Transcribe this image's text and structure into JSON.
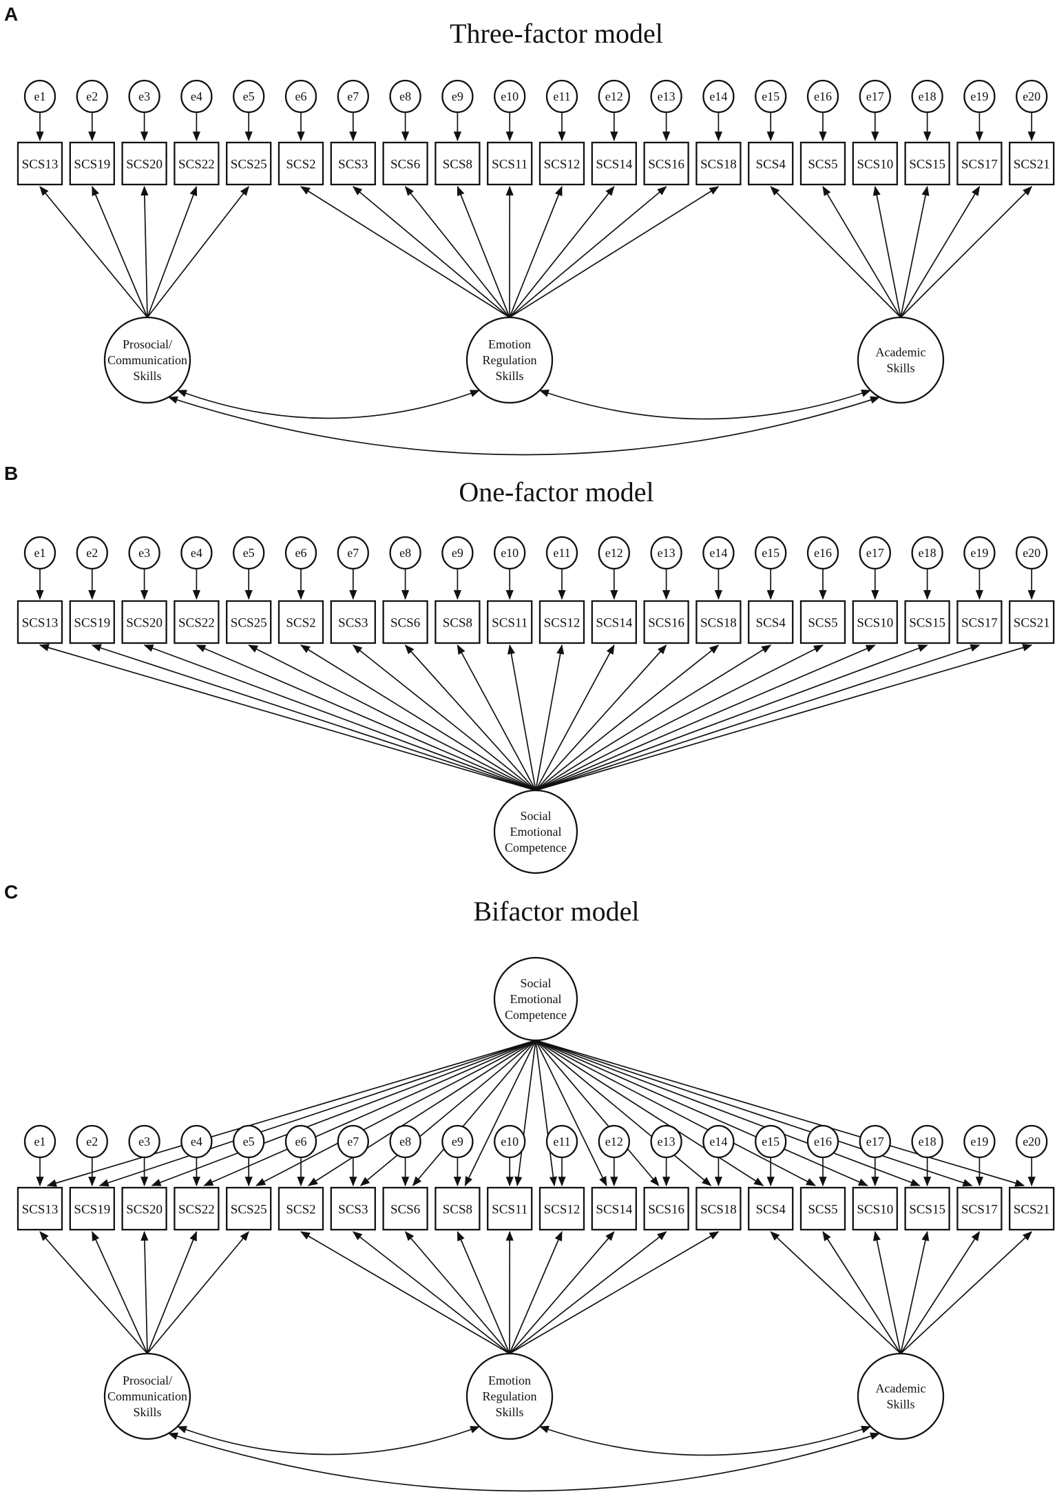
{
  "figure": {
    "colors": {
      "ink": "#111111",
      "node_fill": "#ffffff"
    },
    "errors": [
      "e1",
      "e2",
      "e3",
      "e4",
      "e5",
      "e6",
      "e7",
      "e8",
      "e9",
      "e10",
      "e11",
      "e12",
      "e13",
      "e14",
      "e15",
      "e16",
      "e17",
      "e18",
      "e19",
      "e20"
    ],
    "indicators": [
      "SCS13",
      "SCS19",
      "SCS20",
      "SCS22",
      "SCS25",
      "SCS2",
      "SCS3",
      "SCS6",
      "SCS8",
      "SCS11",
      "SCS12",
      "SCS14",
      "SCS16",
      "SCS18",
      "SCS4",
      "SCS5",
      "SCS10",
      "SCS15",
      "SCS17",
      "SCS21"
    ],
    "group_factors": [
      {
        "name": "Prosocial/Communication Skills",
        "lines": [
          "Prosocial/",
          "Communication",
          "Skills"
        ],
        "indicators": [
          0,
          1,
          2,
          3,
          4
        ]
      },
      {
        "name": "Emotion Regulation Skills",
        "lines": [
          "Emotion",
          "Regulation",
          "Skills"
        ],
        "indicators": [
          5,
          6,
          7,
          8,
          9,
          10,
          11,
          12,
          13
        ]
      },
      {
        "name": "Academic Skills",
        "lines": [
          "Academic",
          "Skills"
        ],
        "indicators": [
          14,
          15,
          16,
          17,
          18,
          19
        ]
      }
    ],
    "general_factor": {
      "name": "Social Emotional Competence",
      "lines": [
        "Social",
        "Emotional",
        "Competence"
      ]
    },
    "panels": [
      {
        "letter": "A",
        "title": "Three-factor model",
        "type": "correlated three-factor model"
      },
      {
        "letter": "B",
        "title": "One-factor model",
        "type": "single general factor model"
      },
      {
        "letter": "C",
        "title": "Bifactor model",
        "type": "bifactor model with general and group factors"
      }
    ]
  }
}
